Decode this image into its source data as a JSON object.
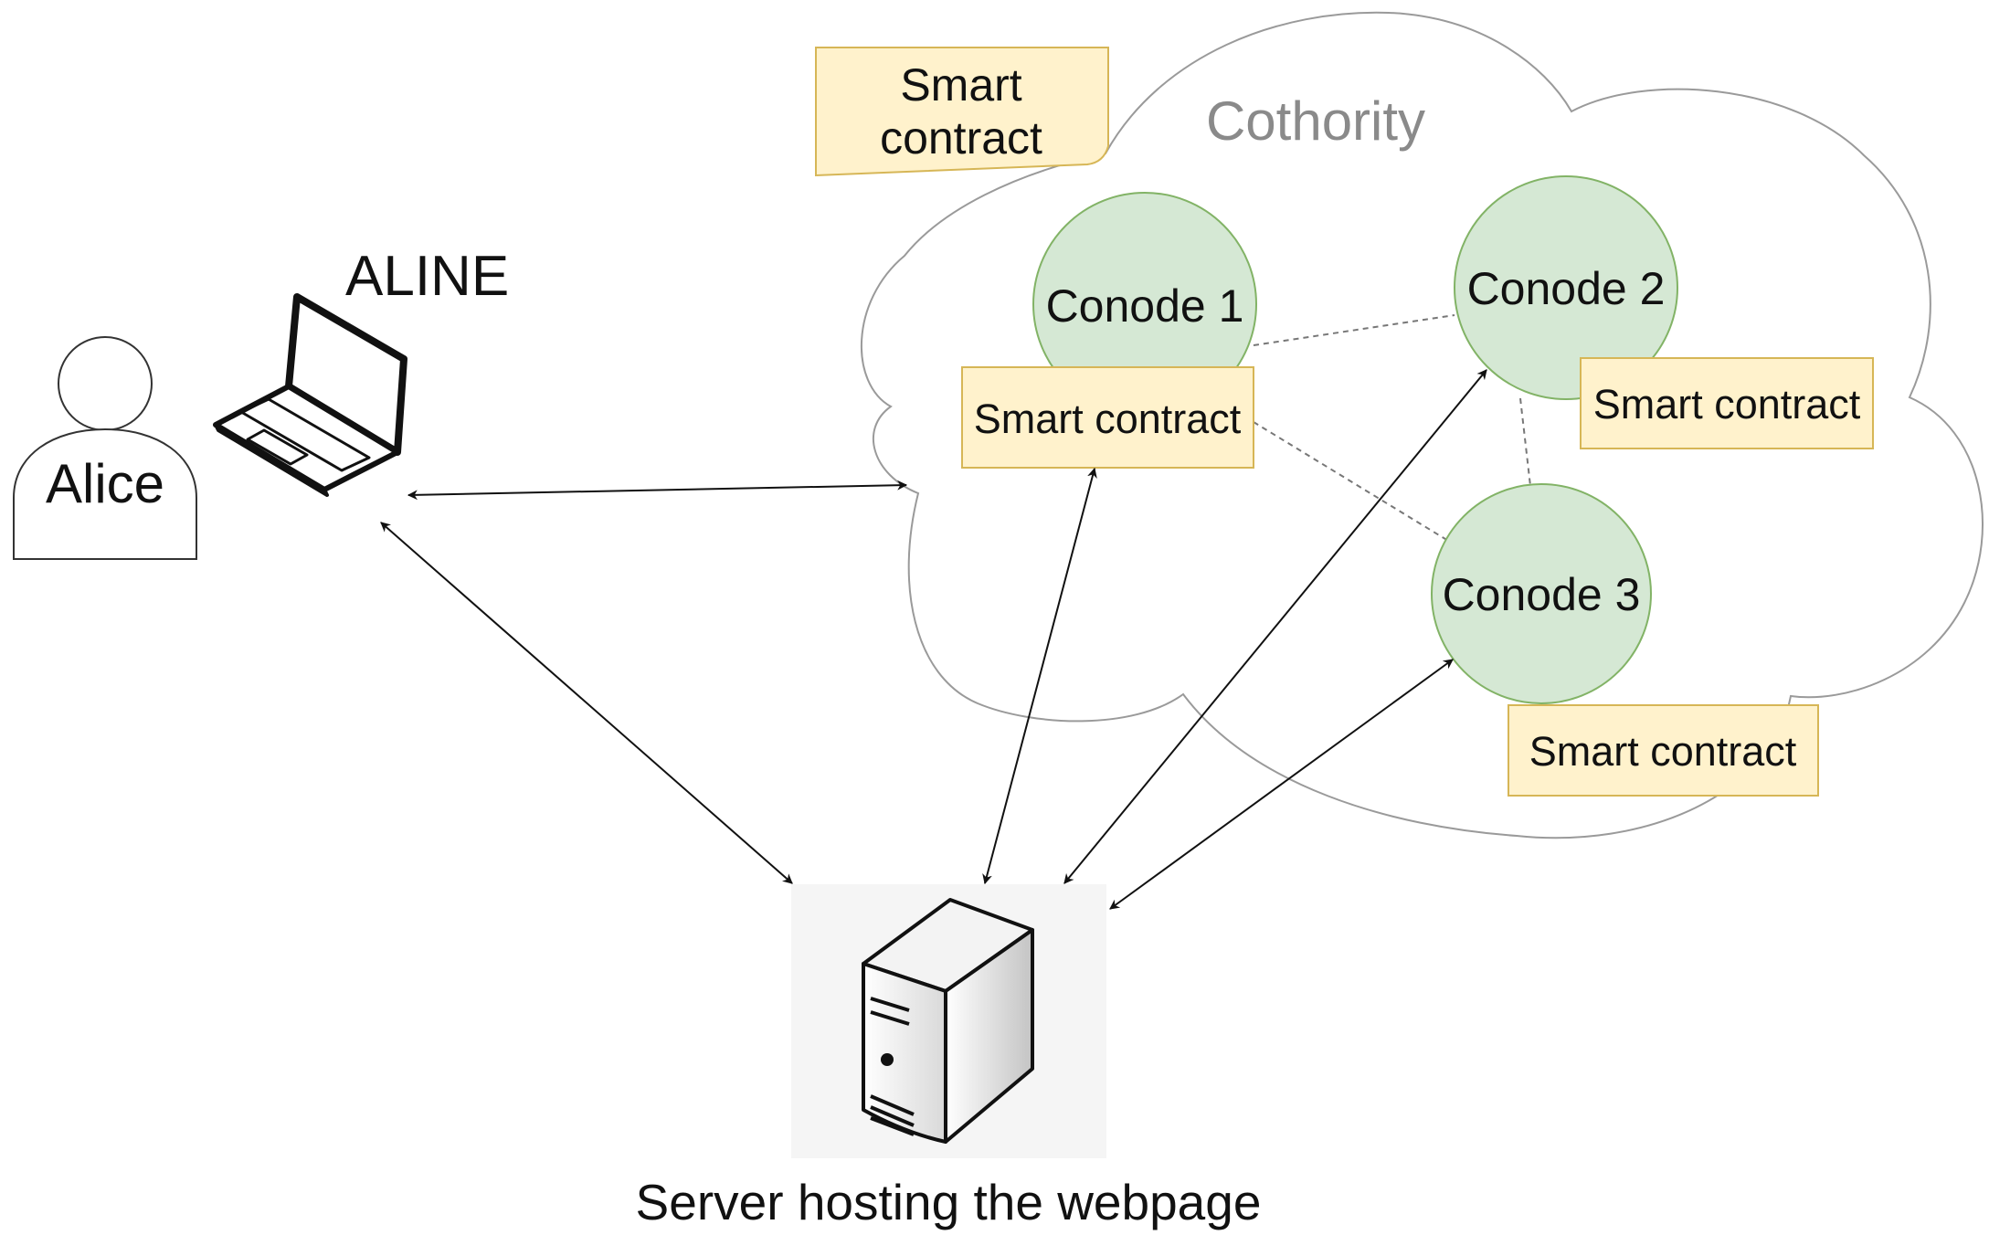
{
  "cloud": {
    "label": "Cothority"
  },
  "user": {
    "label": "Alice"
  },
  "laptop": {
    "label": "ALINE"
  },
  "server": {
    "label": "Server hosting the webpage"
  },
  "contract_top": {
    "line1": "Smart",
    "line2": "contract"
  },
  "conodes": [
    {
      "label": "Conode 1",
      "contract": "Smart contract"
    },
    {
      "label": "Conode 2",
      "contract": "Smart contract"
    },
    {
      "label": "Conode 3",
      "contract": "Smart contract"
    }
  ],
  "colors": {
    "conode_fill": "#d5e8d4",
    "conode_stroke": "#82b366",
    "contract_fill": "#fff2cc",
    "contract_stroke": "#d6b656",
    "cloud_label": "#8a8a8a"
  }
}
